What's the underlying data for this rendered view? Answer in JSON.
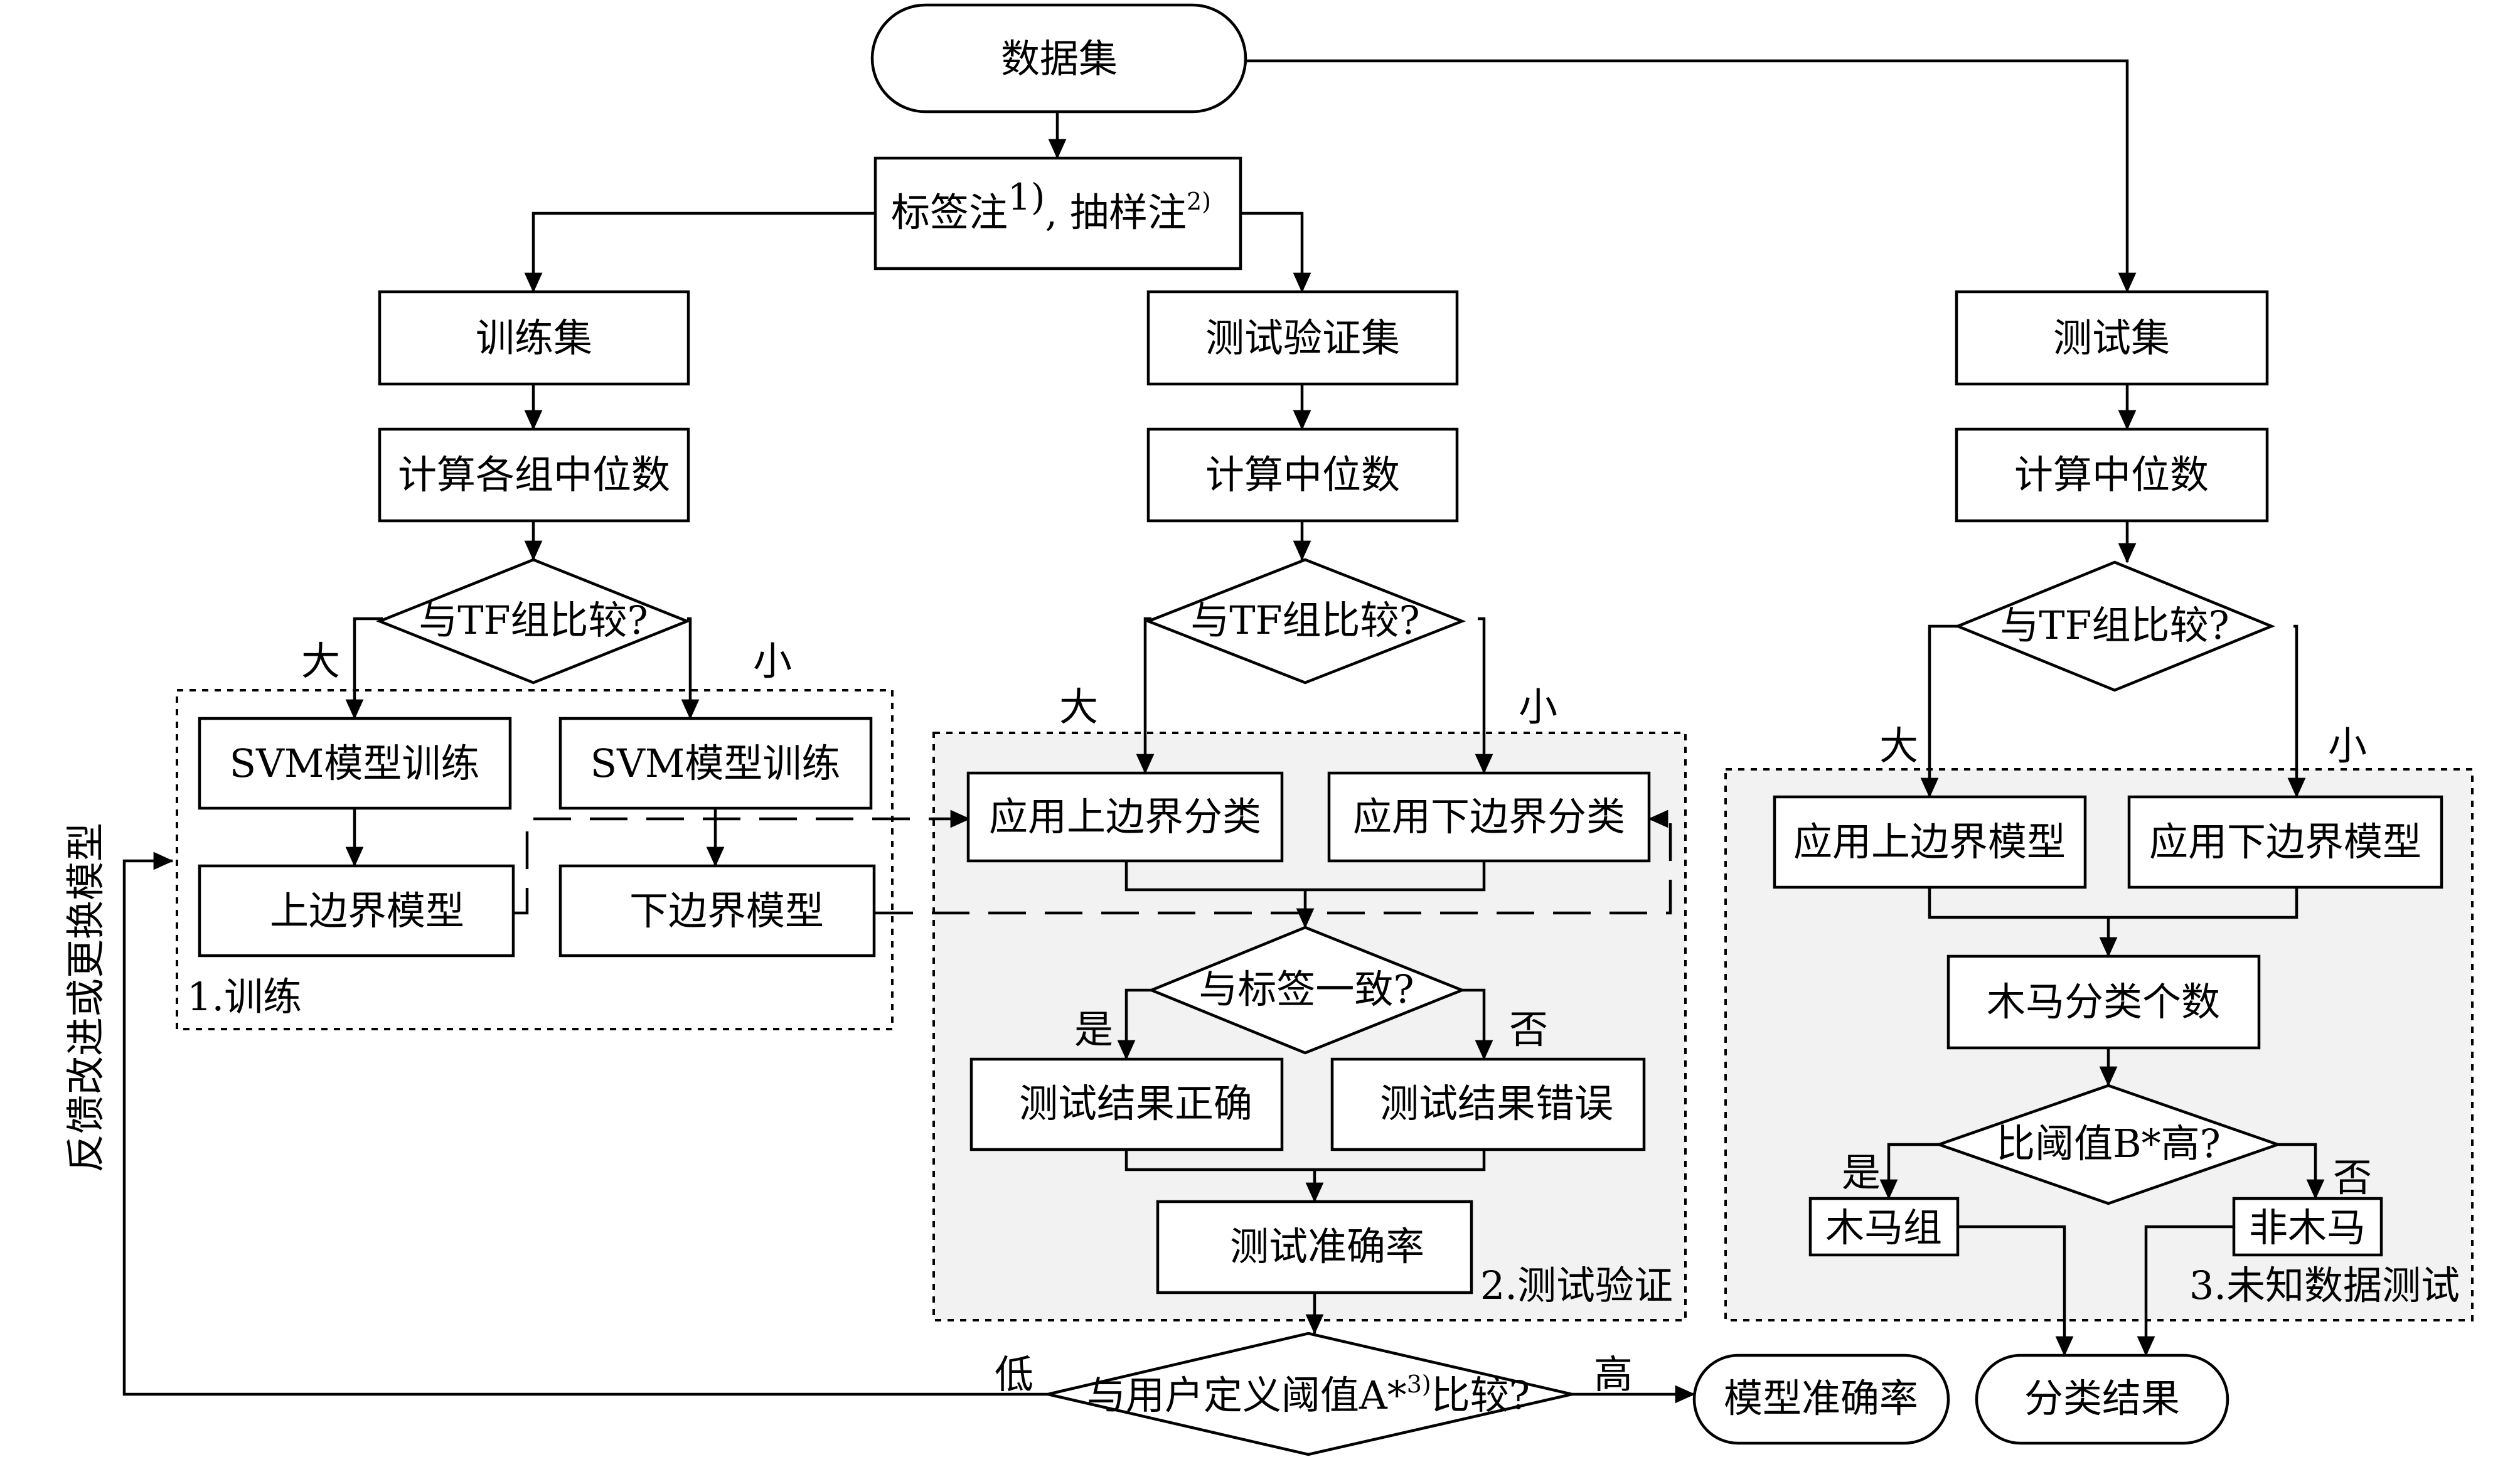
{
  "nodes": {
    "dataset": "数据集",
    "labeling_prefix": "标签注",
    "labeling_sup1": "1)",
    "labeling_mid": ", 抽样注",
    "labeling_sup2": "2)",
    "train_set": "训练集",
    "val_set": "测试验证集",
    "test_set": "测试集",
    "calc_group_median": "计算各组中位数",
    "calc_median_val": "计算中位数",
    "calc_median_test": "计算中位数",
    "compare_tf_train": "与TF组比较?",
    "compare_tf_val": "与TF组比较?",
    "compare_tf_test": "与TF组比较?",
    "svm_train_1": "SVM模型训练",
    "svm_train_2": "SVM模型训练",
    "upper_model": "上边界模型",
    "lower_model": "下边界模型",
    "apply_upper_classify": "应用上边界分类",
    "apply_lower_classify": "应用下边界分类",
    "match_label": "与标签一致?",
    "result_correct": "测试结果正确",
    "result_wrong": "测试结果错误",
    "test_accuracy": "测试准确率",
    "threshold_prefix": "与用户定义阈值A*",
    "threshold_sup": "3)",
    "threshold_suffix": "比较?",
    "model_accuracy": "模型准确率",
    "apply_upper_model": "应用上边界模型",
    "apply_lower_model": "应用下边界模型",
    "trojan_count": "木马分类个数",
    "compare_b": "比阈值B*高?",
    "trojan_group": "木马组",
    "non_trojan": "非木马",
    "classification_result": "分类结果"
  },
  "regions": {
    "training": "1.训练",
    "validation": "2.测试验证",
    "unknown_test": "3.未知数据测试"
  },
  "edge_labels": {
    "big_train": "大",
    "small_train": "小",
    "big_val": "大",
    "small_val": "小",
    "big_test": "大",
    "small_test": "小",
    "yes_val": "是",
    "no_val": "否",
    "yes_test": "是",
    "no_test": "否",
    "low": "低",
    "high": "高",
    "feedback": "反馈改进或更换模型"
  }
}
